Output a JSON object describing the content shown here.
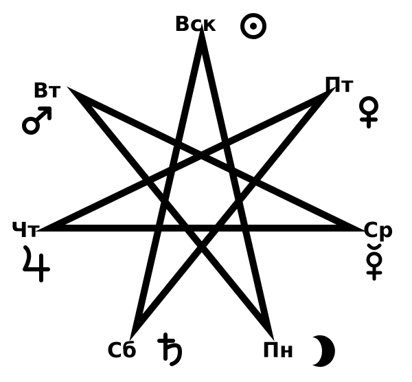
{
  "diagram": {
    "stroke_color": "#000000",
    "background": "#ffffff",
    "days": [
      {
        "label": "Вск",
        "planet": "sun-symbol"
      },
      {
        "label": "Пт",
        "planet": "venus-symbol"
      },
      {
        "label": "Ср",
        "planet": "mercury-symbol"
      },
      {
        "label": "Пн",
        "planet": "moon-symbol"
      },
      {
        "label": "Сб",
        "planet": "saturn-symbol"
      },
      {
        "label": "Чт",
        "planet": "jupiter-symbol"
      },
      {
        "label": "Вт",
        "planet": "mars-symbol"
      }
    ]
  }
}
